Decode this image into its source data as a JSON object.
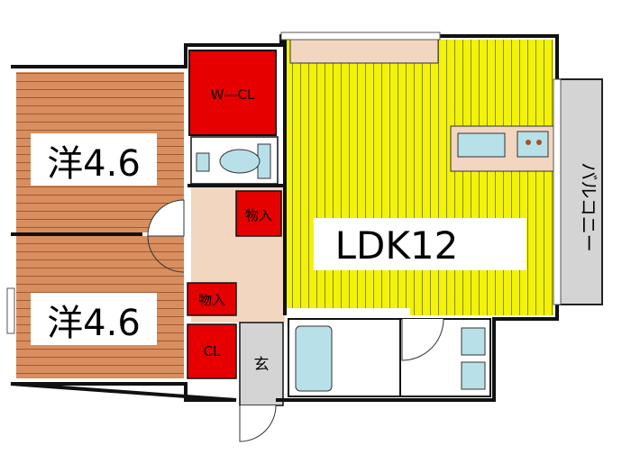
{
  "floorplan": {
    "rooms": {
      "western_room_upper": {
        "label": "洋4.6",
        "fill": "#d98e5f"
      },
      "western_room_lower": {
        "label": "洋4.6",
        "fill": "#d98e5f"
      },
      "ldk": {
        "label": "LDK12",
        "fill": "#f2f20a"
      },
      "walk_in_closet": {
        "label": "W—CL",
        "fill": "#e60000"
      },
      "storage_upper": {
        "label": "物入",
        "fill": "#e60000"
      },
      "storage_lower": {
        "label": "物入",
        "fill": "#e60000"
      },
      "closet": {
        "label": "CL",
        "fill": "#e60000"
      },
      "entrance": {
        "label": "玄",
        "fill": "#d4d4d4"
      },
      "balcony": {
        "label": "バルコニー",
        "fill": "#d4d4d4"
      },
      "hallway": {
        "fill": "#f2d6c0"
      }
    },
    "fixtures": {
      "fill": "#b8e0e8"
    },
    "colors": {
      "wall": "#111111",
      "floor_line": "#a05a32",
      "ldk_line": "#8c8c00"
    }
  }
}
